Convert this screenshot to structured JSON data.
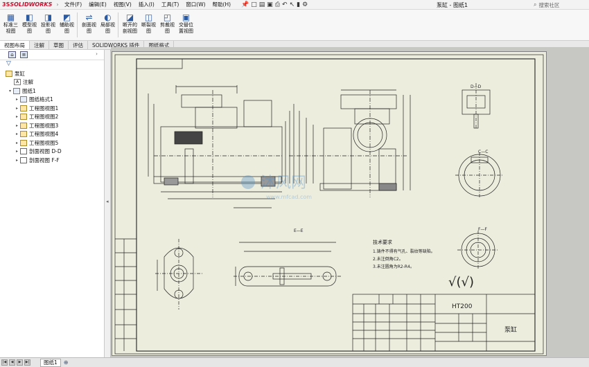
{
  "app": {
    "logo_ds": "3S",
    "logo_text": "SOLIDWORKS",
    "doc_title": "泵缸 - 图纸1",
    "search_placeholder": "搜索社区"
  },
  "menu": [
    "文件(F)",
    "编辑(E)",
    "视图(V)",
    "插入(I)",
    "工具(T)",
    "窗口(W)",
    "帮助(H)"
  ],
  "ribbon": [
    {
      "icon": "standard-views-icon",
      "label": "标准三\n视图"
    },
    {
      "icon": "model-view-icon",
      "label": "模型视\n图"
    },
    {
      "icon": "projected-view-icon",
      "label": "投影视\n图"
    },
    {
      "icon": "auxiliary-view-icon",
      "label": "辅助视\n图"
    },
    {
      "icon": "section-view-icon",
      "label": "剖面视\n图"
    },
    {
      "icon": "detail-view-icon",
      "label": "局部视\n图"
    },
    {
      "icon": "broken-out-section-icon",
      "label": "断开的\n剖视图"
    },
    {
      "icon": "break-view-icon",
      "label": "断裂视\n图"
    },
    {
      "icon": "crop-view-icon",
      "label": "剪裁视\n图"
    },
    {
      "icon": "alternate-position-icon",
      "label": "交替位\n置视图"
    }
  ],
  "tabs": [
    {
      "label": "视图布局",
      "active": true
    },
    {
      "label": "注解",
      "active": false
    },
    {
      "label": "草图",
      "active": false
    },
    {
      "label": "评估",
      "active": false
    },
    {
      "label": "SOLIDWORKS 插件",
      "active": false
    },
    {
      "label": "图纸格式",
      "active": false
    }
  ],
  "tree": {
    "root": "泵缸",
    "annotations": "注解",
    "sheet": "图纸1",
    "children": [
      {
        "icon": "sheet-format-icon",
        "label": "图纸格式1"
      },
      {
        "icon": "drawing-view-icon",
        "label": "工程图视图1"
      },
      {
        "icon": "drawing-view-icon",
        "label": "工程图视图2"
      },
      {
        "icon": "drawing-view-icon",
        "label": "工程图视图3"
      },
      {
        "icon": "drawing-view-icon",
        "label": "工程图视图4"
      },
      {
        "icon": "drawing-view-icon",
        "label": "工程图视图5"
      },
      {
        "icon": "section-view-icon",
        "label": "剖面视图 D-D"
      },
      {
        "icon": "section-view-icon",
        "label": "剖面视图 F-F"
      }
    ]
  },
  "drawing": {
    "tech_req_title": "技术要求",
    "tech_req": [
      "1.铸件不得有气孔、裂纹等缺陷。",
      "2.未注倒角C2。",
      "3.未注圆角为R2-R4。"
    ],
    "material": "HT200",
    "part_name": "泵缸",
    "section_dd": "D—D",
    "section_ee": "E—E",
    "section_cc": "C—C",
    "section_ff": "F—F",
    "roughness": "√(√)",
    "watermark": "沐风网",
    "watermark_url": "www.mfcad.com"
  },
  "bottom": {
    "sheet_tab": "图纸1"
  }
}
